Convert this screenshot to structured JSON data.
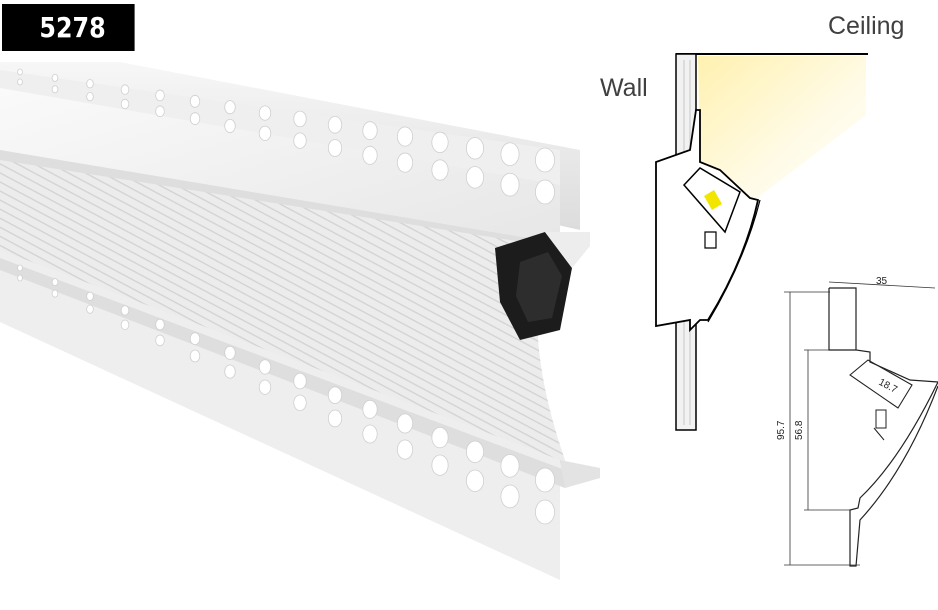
{
  "product": {
    "code": "5278"
  },
  "scene": {
    "ceiling_label": "Ceiling",
    "wall_label": "Wall"
  },
  "dimensions": {
    "top_width": "35",
    "led_width": "18.7",
    "total_height": "95.7",
    "inner_height": "56.8"
  },
  "colors": {
    "badge_bg": "#000000",
    "aluminium": "#e8e8e8",
    "light_glow": "#fff4c4",
    "led_strip": "#f2e600"
  }
}
